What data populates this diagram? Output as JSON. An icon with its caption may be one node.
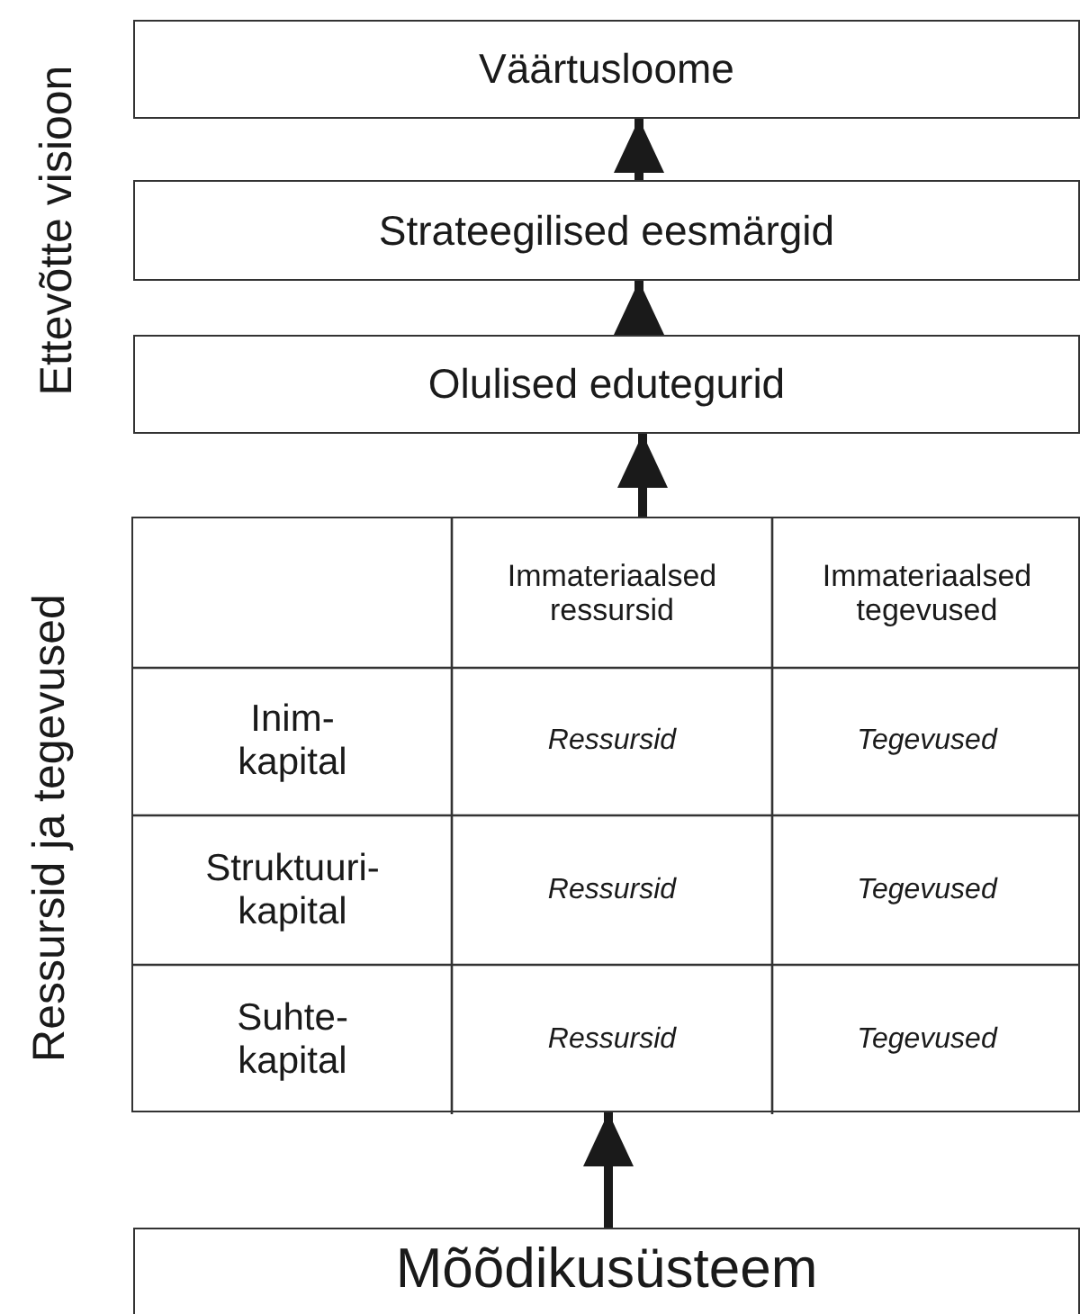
{
  "diagram": {
    "nodes": [
      {
        "text": [
          "Väärtusloome"
        ]
      },
      {
        "text": [
          "Strateegilised eesmärgid"
        ]
      },
      {
        "text": [
          "Olulised edutegurid"
        ]
      },
      {
        "text": [],
        "shape": "box"
      },
      {
        "text": [
          "Mõõdikusüsteem"
        ]
      }
    ],
    "edges": [
      {
        "from": 1,
        "to": 0,
        "arrow": "to"
      },
      {
        "from": 2,
        "to": 1,
        "arrow": "to"
      },
      {
        "from": 3,
        "to": 2,
        "arrow": "to"
      },
      {
        "from": 4,
        "to": 3,
        "arrow": "to"
      }
    ],
    "labels": [
      "Ettevõtte visioon",
      "Ressursid ja tegevused",
      "Immateriaalsed ressursid",
      "Immateriaalsed tegevused",
      "Inim- kapital",
      "Ressursid",
      "Tegevused",
      "Struktuuri- kapital",
      "Ressursid",
      "Tegevused",
      "Suhte- kapital",
      "Ressursid",
      "Tegevused"
    ]
  }
}
